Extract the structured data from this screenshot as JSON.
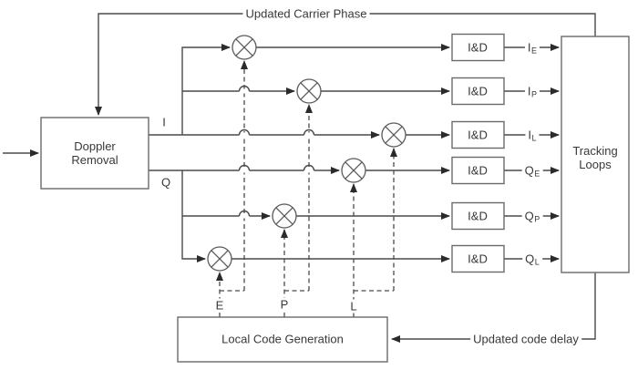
{
  "diagram": {
    "feedback_top": "Updated Carrier Phase",
    "feedback_bottom": "Updated code delay",
    "blocks": {
      "doppler_removal": {
        "line1": "Doppler",
        "line2": "Removal"
      },
      "tracking_loops": {
        "line1": "Tracking",
        "line2": "Loops"
      },
      "local_code_generation": {
        "label": "Local Code Generation"
      }
    },
    "signal_labels": {
      "i": "I",
      "q": "Q",
      "e": "E",
      "p": "P",
      "l": "L"
    },
    "correlators": [
      {
        "box": "I&D",
        "output_main": "I",
        "output_sub": "E"
      },
      {
        "box": "I&D",
        "output_main": "I",
        "output_sub": "P"
      },
      {
        "box": "I&D",
        "output_main": "I",
        "output_sub": "L"
      },
      {
        "box": "I&D",
        "output_main": "Q",
        "output_sub": "E"
      },
      {
        "box": "I&D",
        "output_main": "Q",
        "output_sub": "P"
      },
      {
        "box": "I&D",
        "output_main": "Q",
        "output_sub": "L"
      }
    ],
    "icons": {
      "multiplier": "circle-x-mixer-icon"
    },
    "colors": {
      "line": "#4a4a4a",
      "box_border": "#6a6a6a",
      "text": "#383838",
      "background": "#ffffff"
    }
  }
}
